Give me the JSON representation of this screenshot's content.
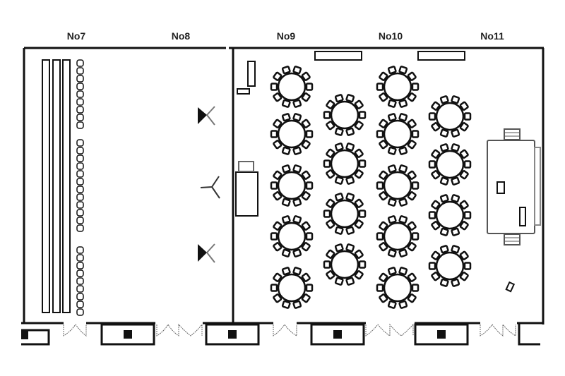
{
  "floor_plan": {
    "section_labels": [
      "No7",
      "No8",
      "No9",
      "No10",
      "No11"
    ],
    "colors": {
      "wall": "#111111",
      "furniture": "#111111",
      "stage": "#555555"
    },
    "round_table_count": 18,
    "chairs_per_round_table": 10
  }
}
